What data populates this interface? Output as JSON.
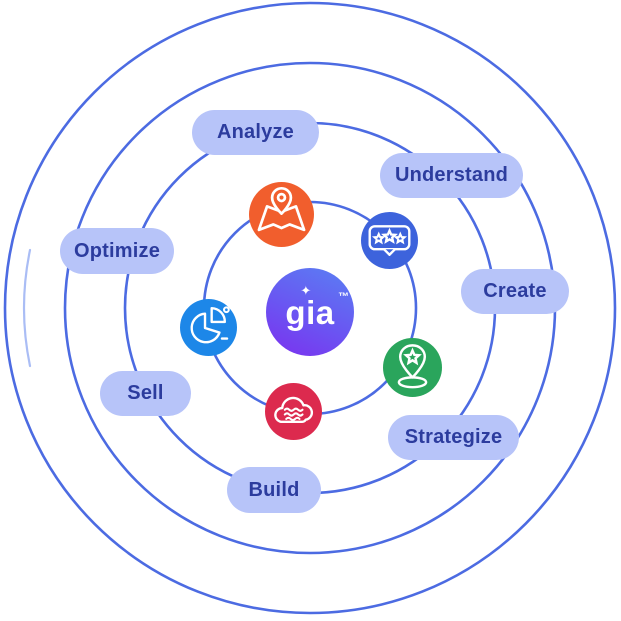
{
  "diagram": {
    "background_color": "#ffffff",
    "orbit": {
      "count": 4,
      "line_color": "#4c6be2",
      "highlight_color": "#9bb1f3"
    },
    "center": {
      "wordmark": "gia",
      "trademark": "™",
      "sparkle": "✦",
      "gradient_top": "#5b7cf3",
      "gradient_bottom": "#7a34ef"
    },
    "pill": {
      "background": "#b7c4f9",
      "text_color": "#2c3c9e"
    },
    "labels": [
      {
        "text": "Analyze"
      },
      {
        "text": "Understand"
      },
      {
        "text": "Optimize"
      },
      {
        "text": "Create"
      },
      {
        "text": "Sell"
      },
      {
        "text": "Strategize"
      },
      {
        "text": "Build"
      }
    ],
    "icons": [
      {
        "name": "map-location-icon",
        "color": "#f15e2d"
      },
      {
        "name": "review-stars-icon",
        "color": "#3d63dc"
      },
      {
        "name": "pie-chart-icon",
        "color": "#1d87e8"
      },
      {
        "name": "location-star-icon",
        "color": "#2aa55c"
      },
      {
        "name": "cloud-waves-icon",
        "color": "#dc2a4e"
      }
    ]
  }
}
